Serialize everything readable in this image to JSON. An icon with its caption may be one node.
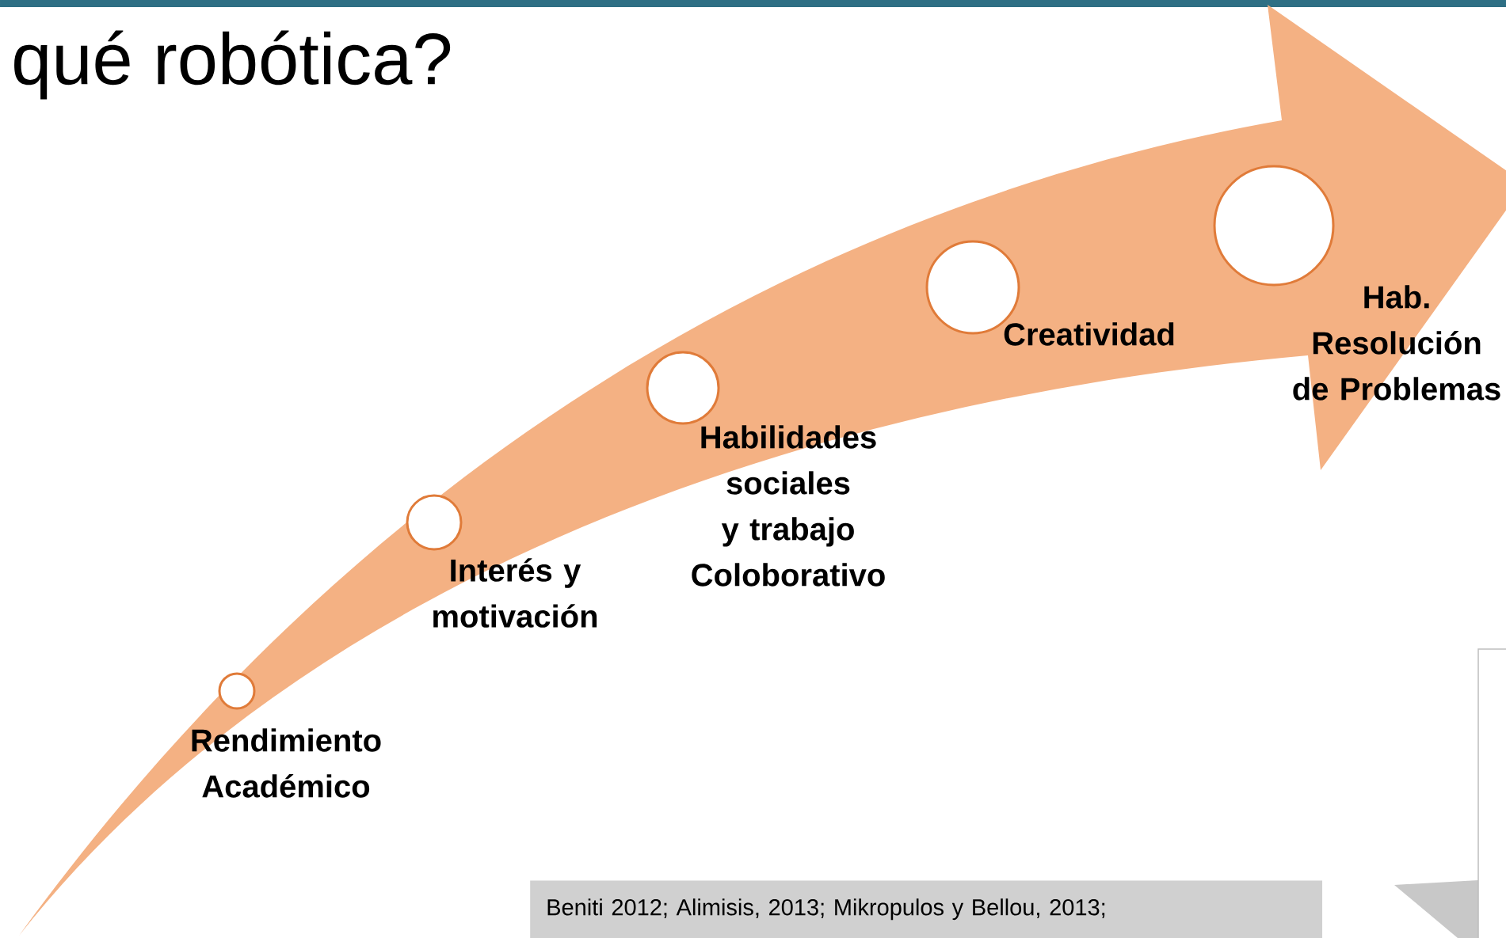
{
  "diagram": {
    "title": "qué robótica?",
    "nodes": [
      {
        "text": [],
        "shape": "circle",
        "beside": [
          "Rendimiento Académico"
        ]
      },
      {
        "text": [],
        "shape": "circle",
        "beside": [
          "Interés y motivación"
        ]
      },
      {
        "text": [],
        "shape": "circle",
        "beside": [
          "Habilidades sociales y trabajo Coloborativo"
        ]
      },
      {
        "text": [],
        "shape": "circle",
        "beside": [
          "Creatividad"
        ]
      },
      {
        "text": [],
        "shape": "circle",
        "beside": [
          "Hab. Resolución de Problemas"
        ]
      },
      {
        "text": [
          "Beniti 2012; Alimisis, 2013; Mikropulos y Bellou, 2013;"
        ]
      }
    ]
  }
}
